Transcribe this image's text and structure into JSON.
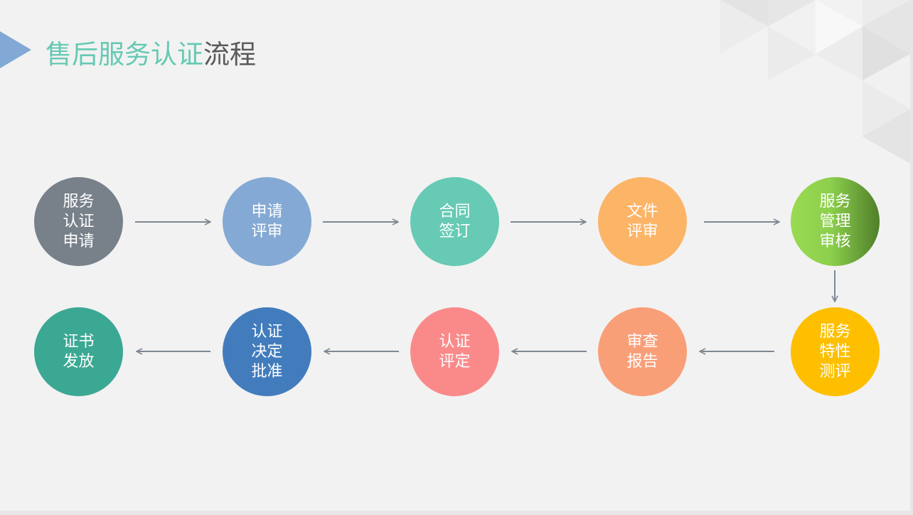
{
  "title": {
    "highlight": "售后服务认证",
    "rest": "流程"
  },
  "steps": [
    {
      "label": "服务\n认证\n申请",
      "color": "#78808a"
    },
    {
      "label": "申请\n评审",
      "color": "#84a9d4"
    },
    {
      "label": "合同\n签订",
      "color": "#66cab4"
    },
    {
      "label": "文件\n评审",
      "color": "#fcb467"
    },
    {
      "label": "服务\n管理\n审核",
      "color": "#8ccf4c"
    },
    {
      "label": "服务\n特性\n测评",
      "color": "#fdbf00"
    },
    {
      "label": "审查\n报告",
      "color": "#f99f78"
    },
    {
      "label": "认证\n评定",
      "color": "#fa8a8a"
    },
    {
      "label": "认证\n决定\n批准",
      "color": "#427cbd"
    },
    {
      "label": "证书\n发放",
      "color": "#3ba893"
    }
  ],
  "colors": {
    "arrow": "#7f8791"
  }
}
